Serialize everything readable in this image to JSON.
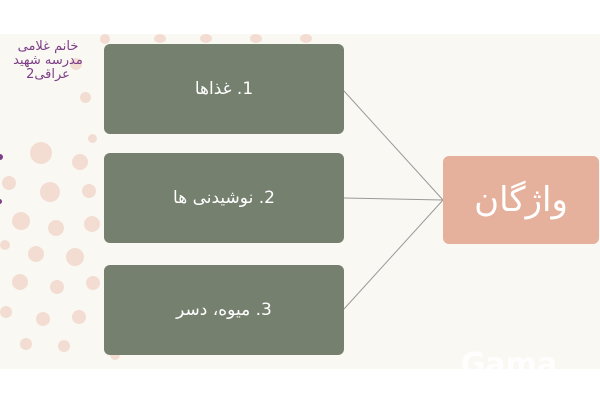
{
  "author_label": "خانم غلامی\nمدرسه شهید\nعراقی2",
  "main_topic": "واژگان",
  "items": [
    {
      "label": "1. غذاها"
    },
    {
      "label": "2. نوشیدنی ها"
    },
    {
      "label": "3. میوه، دسر"
    }
  ],
  "watermark": "Gama",
  "colors": {
    "slide_background": "#faf8f3",
    "item_box": "#75806f",
    "topic_box": "#e5b19d",
    "author_text": "#7d3f87",
    "decor_dots": "#f3ddd3"
  }
}
